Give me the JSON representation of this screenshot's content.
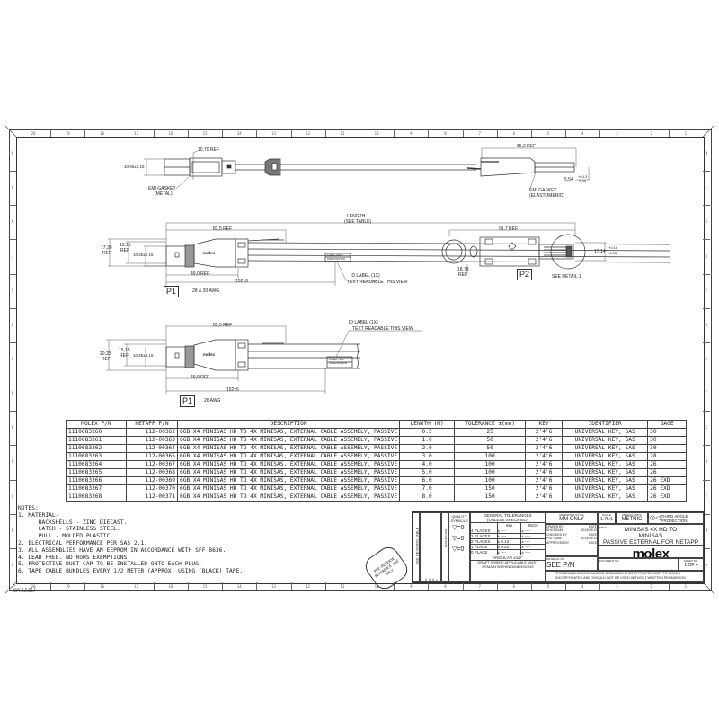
{
  "border": {
    "top_zones": [
      "20",
      "19",
      "18",
      "17",
      "16",
      "15",
      "14",
      "13",
      "12",
      "11",
      "10",
      "9",
      "8",
      "7",
      "6",
      "5",
      "4",
      "3",
      "2",
      "1"
    ],
    "side_zones": [
      "M",
      "L",
      "K",
      "J",
      "I",
      "H",
      "G",
      "F",
      "E",
      "D",
      "C",
      "B",
      "A"
    ],
    "corner_note": "PL-Annex_D_P_AM_1 Rev. 1 2012/09/15"
  },
  "views": {
    "top_view": {
      "dim_ref1": "10,70 REF",
      "dim_width": "10,45±0,15",
      "gasket1": "EMI GASKET",
      "gasket1_type": "(METAL)",
      "dim_ref2": "65,2 REF",
      "dim_tol": "5,54",
      "dim_tol_plus": "+0,13",
      "dim_tol_minus": "-0,05",
      "gasket2": "EMI GASKET",
      "gasket2_type": "(ELASTOMERIC)"
    },
    "main_view": {
      "length_label": "LENGTH",
      "length_sub": "(SEE TABLE)",
      "dim_82": "82,5 REF",
      "dim_17": "17,30",
      "dim_17_ref": "REF",
      "dim_15": "15,15",
      "dim_15_ref": "REF",
      "dim_10": "10,45±0,15",
      "dim_49": "49,0 REF",
      "dim_152": "152±6",
      "p1_label": "P1",
      "p1_awg": "28 & 30 AWG",
      "label_text": "LABEL TEXT ORIENTATION",
      "id_label": "ID LABEL (1X)",
      "id_label_sub": "TEXT READABLE THIS VIEW",
      "dim_91": "91,7 REF",
      "dim_18": "18,70",
      "dim_18_ref": "REF",
      "p2_label": "P2",
      "detail": "SEE DETAIL 1",
      "dim_1714": "17,14",
      "dim_1714_plus": "+0,18",
      "dim_1714_minus": "-0,05",
      "brand": "molex"
    },
    "alt_view": {
      "id_label": "ID LABEL (1X)",
      "id_label_sub": "TEXT READABLE THIS VIEW",
      "dim_82": "82,5 REF",
      "dim_20": "20,23",
      "dim_20_ref": "REF",
      "dim_15": "15,15",
      "dim_15_ref": "REF",
      "dim_10": "10,45±0,15",
      "dim_49": "49,0 REF",
      "dim_152": "152±6",
      "label_text": "LABEL TEXT ORIENTATION",
      "p1_label": "P1",
      "p1_awg": "26 AWG",
      "brand": "molex"
    }
  },
  "pn_table": {
    "headers": [
      "MOLEX P/N",
      "NETAPP P/N",
      "DESCRIPTION",
      "LENGTH (M)",
      "TOLERANCE ±(mm)",
      "KEY",
      "IDENTIFIER",
      "GAGE"
    ],
    "rows": [
      [
        "1110683260",
        "112-00362",
        "6GB X4 MINISAS HD TO 4X MINISAS, EXTERNAL CABLE ASSEMBLY, PASSIVE",
        "0.5",
        "25",
        "2'4'6",
        "UNIVERSAL KEY, SAS",
        "30"
      ],
      [
        "1110683261",
        "112-00363",
        "6GB X4 MINISAS HD TO 4X MINISAS, EXTERNAL CABLE ASSEMBLY, PASSIVE",
        "1.0",
        "50",
        "2'4'6",
        "UNIVERSAL KEY, SAS",
        "30"
      ],
      [
        "1110683262",
        "112-00364",
        "6GB X4 MINISAS HD TO 4X MINISAS, EXTERNAL CABLE ASSEMBLY, PASSIVE",
        "2.0",
        "50",
        "2'4'6",
        "UNIVERSAL KEY, SAS",
        "30"
      ],
      [
        "1110683263",
        "112-00365",
        "6GB X4 MINISAS HD TO 4X MINISAS, EXTERNAL CABLE ASSEMBLY, PASSIVE",
        "3.0",
        "100",
        "2'4'6",
        "UNIVERSAL KEY, SAS",
        "28"
      ],
      [
        "1110683264",
        "112-00367",
        "6GB X4 MINISAS HD TO 4X MINISAS, EXTERNAL CABLE ASSEMBLY, PASSIVE",
        "4.0",
        "100",
        "2'4'6",
        "UNIVERSAL KEY, SAS",
        "26"
      ],
      [
        "1110683265",
        "112-00368",
        "6GB X4 MINISAS HD TO 4X MINISAS, EXTERNAL CABLE ASSEMBLY, PASSIVE",
        "5.0",
        "100",
        "2'4'6",
        "UNIVERSAL KEY, SAS",
        "26"
      ],
      [
        "1110683266",
        "112-00369",
        "6GB X4 MINISAS HD TO 4X MINISAS, EXTERNAL CABLE ASSEMBLY, PASSIVE",
        "6.0",
        "100",
        "2'4'6",
        "UNIVERSAL KEY, SAS",
        "26 EXD"
      ],
      [
        "1110683267",
        "112-00370",
        "6GB X4 MINISAS HD TO 4X MINISAS, EXTERNAL CABLE ASSEMBLY, PASSIVE",
        "7.0",
        "150",
        "2'4'6",
        "UNIVERSAL KEY, SAS",
        "26 EXD"
      ],
      [
        "1110683268",
        "112-00371",
        "6GB X4 MINISAS HD TO 4X MINISAS, EXTERNAL CABLE ASSEMBLY, PASSIVE",
        "8.0",
        "150",
        "2'4'6",
        "UNIVERSAL KEY, SAS",
        "26 EXD"
      ]
    ]
  },
  "notes": {
    "title": "NOTES:",
    "items": [
      "1. MATERIAL-",
      "      BACKSHELLS - ZINC DIECAST.",
      "      LATCH - STAINLESS STEEL.",
      "      PULL - MOLDED PLASTIC.",
      "2. ELECTRICAL PERFORMANCE PER SAS 2.1.",
      "3. ALL ASSEMBLIES HAVE AN EEPROM IN ACCORDANCE WITH SFF 8636.",
      "4. LEAD FREE. NO RoHS EXEMPTIONS.",
      "5. PROTECTIVE DUST CAP TO BE INSTALLED ONTO EACH PLUG.",
      "6. TAPE CABLE BUNDLES EVERY 1/2 METER (APPROX) USING (BLACK) TAPE."
    ],
    "stamp": "PRE-RELEASE REFERENCE USE ONLY"
  },
  "title_block": {
    "revision_table": "SEE REVISION TABLE",
    "rev_cols": [
      "EC NO:",
      "DRWN:",
      "CHK'D:",
      "APPR:"
    ],
    "description": "DESCRIPTION",
    "quality_symbols": "QUALITY SYMBOLS",
    "quality_marks": [
      "▽=0",
      "▽=0",
      "▽=0"
    ],
    "gen_tol_title": "GENERAL TOLERANCES",
    "gen_tol_sub": "(UNLESS SPECIFIED)",
    "tol_mm": "mm",
    "tol_inch": "INCH",
    "tol_rows": [
      {
        "places": "4 PLACES",
        "mm": "± ----",
        "inch": "± ----"
      },
      {
        "places": "3 PLACES",
        "mm": "± ----",
        "inch": "± ----"
      },
      {
        "places": "2 PLACES",
        "mm": "± 0.13",
        "inch": "± ----"
      },
      {
        "places": "1 PLACE",
        "mm": "± 0.25",
        "inch": "± ----"
      },
      {
        "places": "0 PLACE",
        "mm": "± ----",
        "inch": "± ----"
      }
    ],
    "angular": "ANGULAR ±1/2°",
    "draft": "DRAFT WHERE APPLICABLE MUST REMAIN WITHIN DIMENSIONS",
    "dim_style_label": "DIMENSION STYLE",
    "dim_style": "MM ONLY",
    "scale_label": "SCALE",
    "scale": "1.75:1",
    "units_label": "DESIGN UNITS",
    "units": "METRIC",
    "projection": "THIRD ANGLE PROJECTION",
    "drawn_by_label": "DRAWN BY",
    "drawn_by": "SHOSSAIN",
    "drawn_date": "2013/09/12",
    "checked_by_label": "CHECKED BY",
    "checked_by": "PSYTSMA",
    "checked_date": "2013/09/12",
    "approved_by_label": "APPROVED BY",
    "date_label": "DATE",
    "title_label": "TITLE",
    "title_line1": "MINISAS 4X HD TO",
    "title_line2": "MINISAS",
    "title_line3": "PASSIVE EXTERNAL FOR NETAPP",
    "brand": "molex",
    "material_label": "MATERIAL NO.",
    "material": "SEE P/N TABLE",
    "document_label": "DOCUMENT NO.",
    "sheet_label": "SHEET NO.",
    "sheet": "1 OF 4",
    "proprietary": "THIS DRAWING CONTAINS INFORMATION THAT IS PROPRIETARY TO MOLEX INCORPORATED AND SHOULD NOT BE USED WITHOUT WRITTEN PERMISSION"
  }
}
